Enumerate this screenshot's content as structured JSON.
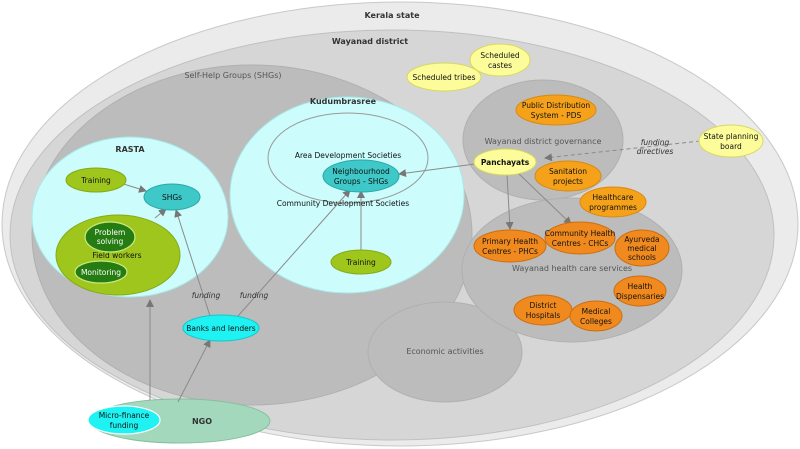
{
  "regions": {
    "kerala": "Kerala state",
    "wayanad": "Wayanad district",
    "shg": "Self-Help Groups (SHGs)",
    "kudumbashree": "Kudumbrasree",
    "rasta": "RASTA",
    "ads": "Area Development Societies",
    "cds": "Community Development Societies",
    "governance": "Wayanad district governance",
    "health": "Wayanad health care services",
    "economic": "Economic activities",
    "ngo": "NGO",
    "field_workers": "Field workers"
  },
  "nodes": {
    "sc": [
      "Scheduled",
      "castes"
    ],
    "st": [
      "Scheduled tribes"
    ],
    "pds": [
      "Public Distribution",
      "System - PDS"
    ],
    "panchayats": [
      "Panchayats"
    ],
    "sanitation": [
      "Sanitation",
      "projects"
    ],
    "healthcare": [
      "Healthcare",
      "programmes"
    ],
    "state_board": [
      "State planning",
      "board"
    ],
    "phc": [
      "Primary Health",
      "Centres - PHCs"
    ],
    "chc": [
      "Community Health",
      "Centres - CHCs"
    ],
    "ayurveda": [
      "Ayurveda",
      "medical",
      "schools"
    ],
    "dispensaries": [
      "Health",
      "Dispensaries"
    ],
    "district_hospitals": [
      "District",
      "Hospitals"
    ],
    "medical_colleges": [
      "Medical",
      "Colleges"
    ],
    "neighbourhood": [
      "Neighbourhood",
      "Groups - SHGs"
    ],
    "training_k": [
      "Training"
    ],
    "training_r": [
      "Training"
    ],
    "shgs_r": [
      "SHGs"
    ],
    "problem_solving": [
      "Problem",
      "solving"
    ],
    "monitoring": [
      "Monitoring"
    ],
    "banks": [
      "Banks and lenders"
    ],
    "microfinance": [
      "Micro-finance",
      "funding"
    ]
  },
  "edge_labels": {
    "funding_state": [
      "funding",
      "directives"
    ],
    "funding_rasta": "funding",
    "funding_kudumba": "funding"
  },
  "colors": {
    "kerala_fill": "#ebebeb",
    "wayanad_fill": "#d6d6d6",
    "region_fill": "#bcbcbc",
    "cyan_light": "#ccfcfc",
    "teal": "#3ec8c8",
    "cyan": "#1ef2f2",
    "lime": "#9ec61c",
    "green_light": "#bcd85c",
    "green_dark": "#257c12",
    "yellow": "#fcfc9a",
    "orange": "#f5a21a",
    "orange_deep": "#f08a1e",
    "ngo_green": "#a4d8bc",
    "arrow": "#8a8a8a"
  }
}
